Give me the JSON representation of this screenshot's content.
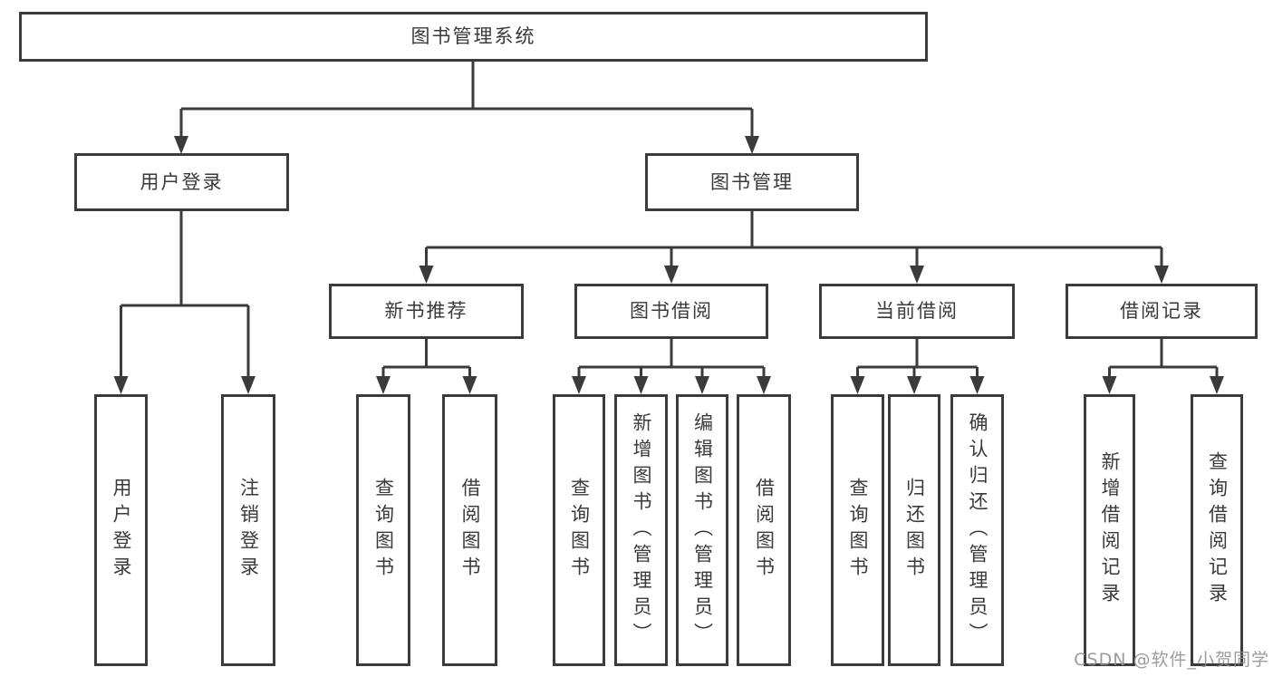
{
  "diagram": {
    "colors": {
      "line": "#3b3b3b",
      "box_border": "#3b3b3b",
      "box_background": "#ffffff",
      "text": "#3a3a3a",
      "watermark": "#919191"
    },
    "tree": {
      "label": "图书管理系统",
      "children": [
        {
          "label": "用户登录",
          "children": [
            {
              "label": "用户登录"
            },
            {
              "label": "注销登录"
            }
          ]
        },
        {
          "label": "图书管理",
          "children": [
            {
              "label": "新书推荐",
              "children": [
                {
                  "label": "查询图书"
                },
                {
                  "label": "借阅图书"
                }
              ]
            },
            {
              "label": "图书借阅",
              "children": [
                {
                  "label": "查询图书"
                },
                {
                  "label": "新增图书（管理员）"
                },
                {
                  "label": "编辑图书（管理员）"
                },
                {
                  "label": "借阅图书"
                }
              ]
            },
            {
              "label": "当前借阅",
              "children": [
                {
                  "label": "查询图书"
                },
                {
                  "label": "归还图书"
                },
                {
                  "label": "确认归还（管理员）"
                }
              ]
            },
            {
              "label": "借阅记录",
              "children": [
                {
                  "label": "新增借阅记录"
                },
                {
                  "label": "查询借阅记录"
                }
              ]
            }
          ]
        }
      ]
    },
    "watermark": {
      "text": "CSDN @软件_小贺同学"
    }
  }
}
